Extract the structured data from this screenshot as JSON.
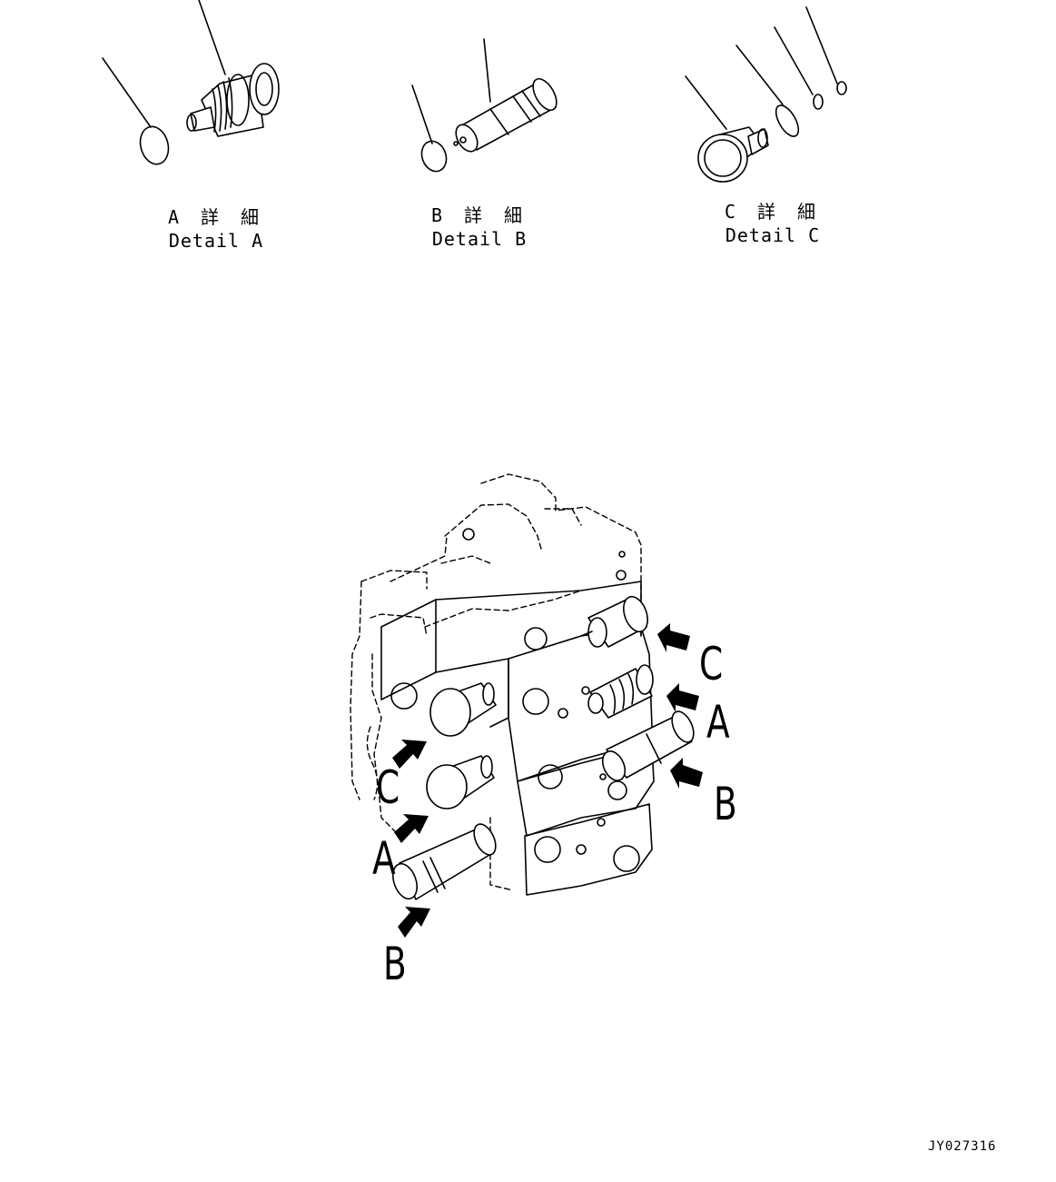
{
  "details": [
    {
      "jp": "A 詳 細",
      "en": "Detail A"
    },
    {
      "jp": "B 詳 細",
      "en": "Detail B"
    },
    {
      "jp": "C 詳 細",
      "en": "Detail C"
    }
  ],
  "callouts": {
    "right_c": "C",
    "right_a": "A",
    "right_b": "B",
    "left_c": "C",
    "left_a": "A",
    "left_b": "B"
  },
  "drawing_code": "JY027316"
}
